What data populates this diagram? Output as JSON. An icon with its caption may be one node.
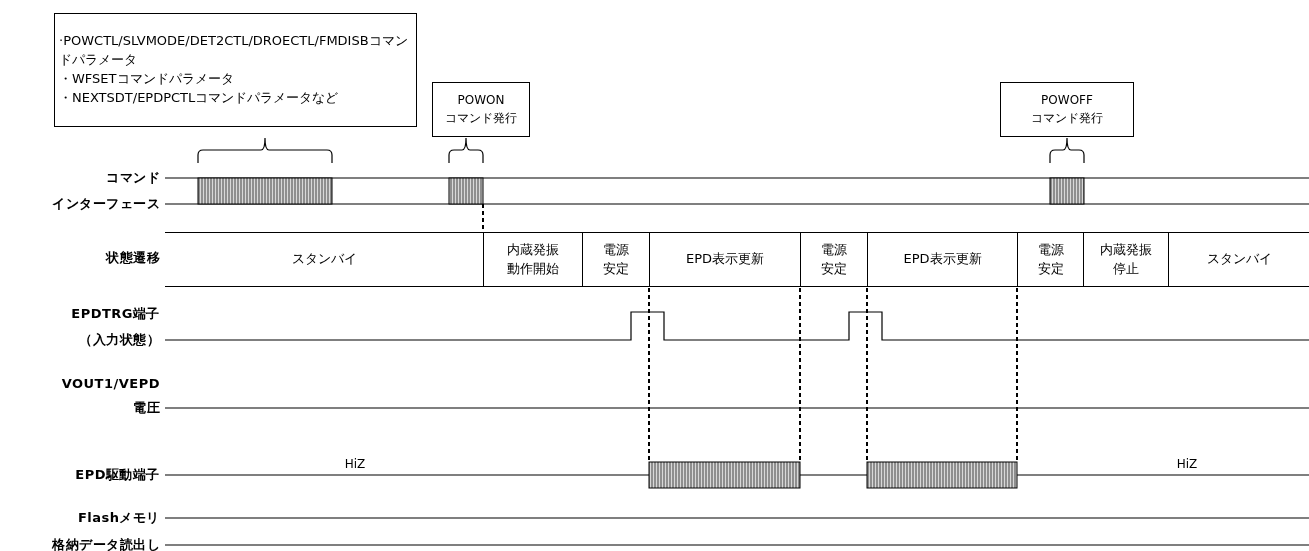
{
  "diagram": {
    "nodes": [
      {
        "text": [
          "·POWCTL/SLVMODE/DET2CTL/DROECTL/FMDISBコマンドパラメータ",
          "・WFSETコマンドパラメータ",
          "・NEXTSDT/EPDPCTLコマンドパラメータなど"
        ]
      },
      {
        "text": [
          "POWON コマンド発行"
        ]
      },
      {
        "text": [
          "POWOFF コマンド発行"
        ]
      },
      {
        "text": [
          "スタンバイ"
        ]
      },
      {
        "text": [
          "内蔵発振動作開始"
        ]
      },
      {
        "text": [
          "電源安定"
        ]
      },
      {
        "text": [
          "EPD表示更新"
        ]
      },
      {
        "text": [
          "電源安定"
        ]
      },
      {
        "text": [
          "EPD表示更新"
        ]
      },
      {
        "text": [
          "電源安定"
        ]
      },
      {
        "text": [
          "内蔵発振停止"
        ]
      },
      {
        "text": [
          "スタンバイ"
        ]
      }
    ],
    "labels": [
      "コマンド",
      "インターフェース",
      "状態遷移",
      "EPDTRG端子",
      "（入力状態）",
      "VOUT1/VEPD",
      "電圧",
      "HiZ",
      "HiZ",
      "EPD駆動端子",
      "Flashメモリ",
      "格納データ読出し"
    ]
  }
}
